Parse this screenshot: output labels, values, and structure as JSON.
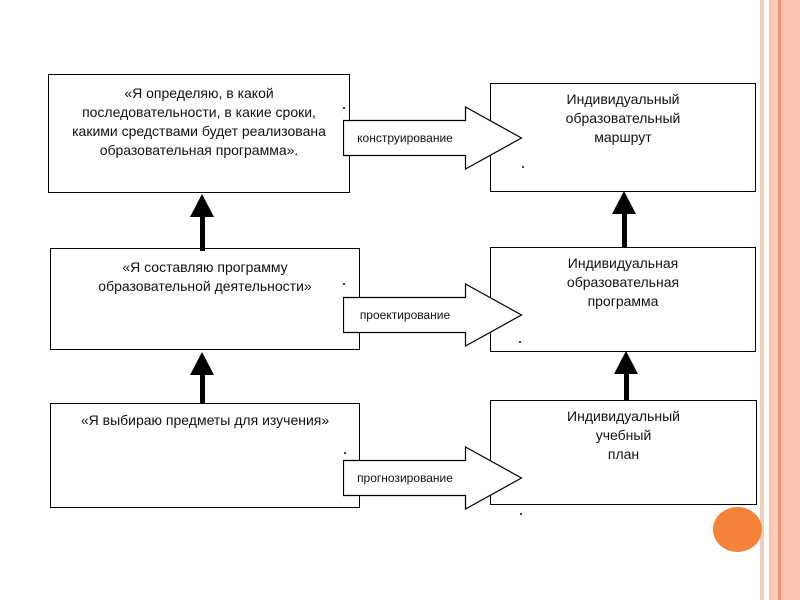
{
  "theme": {
    "background": "#ffffff",
    "box_border": "#000000",
    "text_color": "#111111",
    "accent_circle": "#f5823a",
    "stripe_tan": "#e8d2bf",
    "stripe_peach": "#f9c3ae",
    "stripe_peach_light": "#fbcdb9",
    "stripe_orange": "#ec9566"
  },
  "diagram": {
    "left_boxes": [
      {
        "text": "«Я определяю, в какой\nпоследовательности, в какие сроки,\nкакими средствами будет реализована\nобразовательная программа»."
      },
      {
        "text": "«Я составляю программу\nобразовательной деятельности»"
      },
      {
        "text": "«Я выбираю предметы для изучения»"
      }
    ],
    "right_boxes": [
      {
        "text": "Индивидуальный\nобразовательный\nмаршрут"
      },
      {
        "text": "Индивидуальная\nобразовательная\nпрограмма"
      },
      {
        "text": "Индивидуальный\nучебный\nплан"
      }
    ],
    "process_arrows": [
      {
        "label": "конструирование"
      },
      {
        "label": "проектирование"
      },
      {
        "label": "прогнозирование"
      }
    ]
  }
}
